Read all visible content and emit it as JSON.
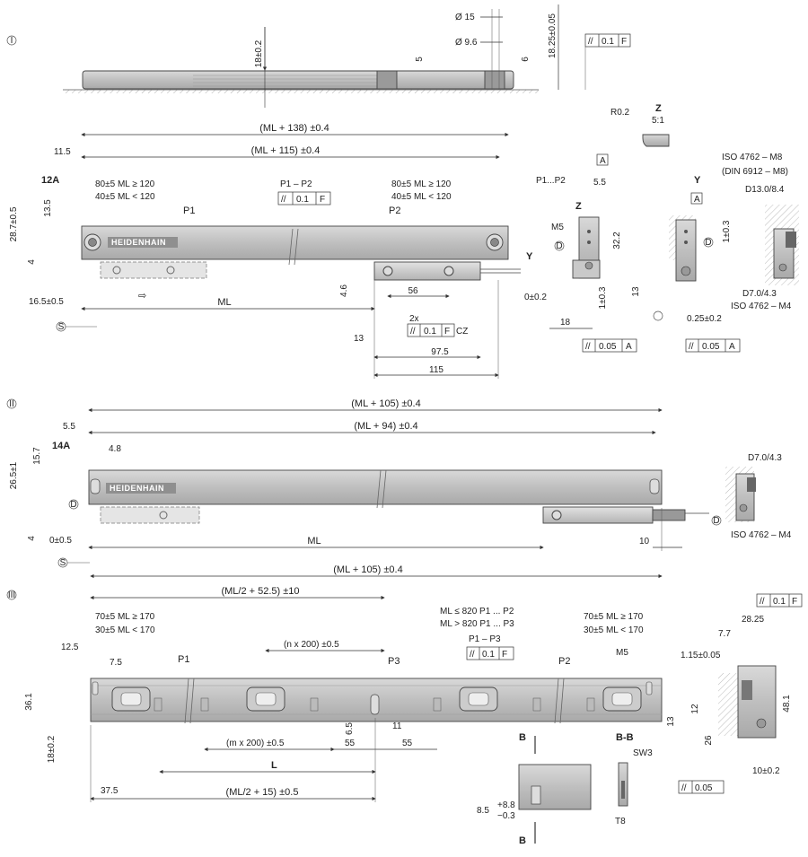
{
  "sections": {
    "s1": "I",
    "s2": "II",
    "s3": "III"
  },
  "brand": "HEIDENHAIN",
  "view1_side": {
    "d_18": "18±0.2",
    "d_phi15": "Ø 15",
    "d_phi96": "Ø 9.6",
    "d_5": "5",
    "d_6": "6",
    "d_1825": "18.25±0.05",
    "tol_val": "0.1",
    "tol_ref": "F"
  },
  "view1": {
    "ml138": "(ML + 138) ±0.4",
    "ml115": "(ML + 115) ±0.4",
    "d_115_left": "11.5",
    "label_12a": "12A",
    "d_287": "28.7±0.5",
    "d_135": "13.5",
    "range1_a": "80±5 ML ≥ 120",
    "range1_b": "40±5 ML < 120",
    "p1": "P1",
    "p1p2": "P1 – P2",
    "tol_val": "0.1",
    "tol_ref": "F",
    "range2_a": "80±5 ML ≥ 120",
    "range2_b": "40±5 ML < 120",
    "p2": "P2",
    "d_4": "4",
    "d_165": "16.5±0.5",
    "ml": "ML",
    "s": "S",
    "d_46": "4.6",
    "d_56": "56",
    "twox": "2x",
    "tol2_val": "0.1",
    "tol2_ref": "F",
    "cz": "CZ",
    "d_13": "13",
    "d_975": "97.5",
    "d_115": "115",
    "y": "Y"
  },
  "detail_z": {
    "r02": "R0.2",
    "z": "Z",
    "scale": "5:1"
  },
  "section_z": {
    "a": "A",
    "p1p2": "P1...P2",
    "d_55": "5.5",
    "z": "Z",
    "m5": "M5",
    "d_322": "32.2",
    "d": "D",
    "d_0p2": "0±0.2",
    "d_1p3": "1±0.3",
    "d_13": "13",
    "d_18": "18",
    "tol_val": "0.05",
    "tol_ref": "A"
  },
  "section_y": {
    "y": "Y",
    "a": "A",
    "d": "D",
    "d_1p3": "1±0.3",
    "d_025": "0.25±0.2",
    "tol_val": "0.05",
    "tol_ref": "A"
  },
  "iso_detail": {
    "iso_m8": "ISO 4762 – M8",
    "din_m8": "(DIN 6912 – M8)",
    "d13": "D13.0/8.4",
    "d7": "D7.0/4.3",
    "iso_m4": "ISO 4762 – M4"
  },
  "view2": {
    "ml105": "(ML + 105) ±0.4",
    "ml94": "(ML + 94) ±0.4",
    "d_55": "5.5",
    "label_14a": "14A",
    "d_48": "4.8",
    "d_265": "26.5±1",
    "d_157": "15.7",
    "d": "D",
    "d_4": "4",
    "d_0p5": "0±0.5",
    "ml": "ML",
    "s": "S",
    "d_10": "10"
  },
  "iso2_detail": {
    "d7": "D7.0/4.3",
    "d": "D",
    "iso_m4": "ISO 4762 – M4"
  },
  "view3": {
    "ml105": "(ML + 105) ±0.4",
    "mlhalf525": "(ML/2 + 52.5) ±10",
    "range_a": "70±5 ML ≥ 170",
    "range_b": "30±5 ML < 170",
    "d_125": "12.5",
    "d_75": "7.5",
    "p1": "P1",
    "nx200": "(n x 200) ±0.5",
    "p3": "P3",
    "cond_a": "ML ≤ 820 P1 ... P2",
    "cond_b": "ML > 820 P1 ... P3",
    "p1p3": "P1 – P3",
    "tol_val": "0.1",
    "tol_ref": "F",
    "range2_a": "70±5 ML ≥ 170",
    "range2_b": "30±5 ML < 170",
    "p2": "P2",
    "m5": "M5",
    "d_361": "36.1",
    "d_18": "18±0.2",
    "d_65": "6.5",
    "d_11": "11",
    "d_13": "13",
    "mx200": "(m x 200) ±0.5",
    "d_55a": "55",
    "d_55b": "55",
    "l": "L",
    "d_375": "37.5",
    "mlhalf15": "(ML/2 + 15) ±0.5"
  },
  "section_bb": {
    "b_top": "B",
    "b_bot": "B",
    "d_85": "8.5",
    "tol_plus": "+8.8",
    "tol_minus": "−0.3",
    "title": "B-B",
    "sw3": "SW3",
    "t8": "T8"
  },
  "view3_side": {
    "tol_val": "0.1",
    "tol_ref": "F",
    "d_77": "7.7",
    "d_2825": "28.25",
    "d_115": "1.15±0.05",
    "d_12": "12",
    "d_481": "48.1",
    "d_26": "26",
    "d_10": "10±0.2",
    "tol2_val": "0.05"
  }
}
